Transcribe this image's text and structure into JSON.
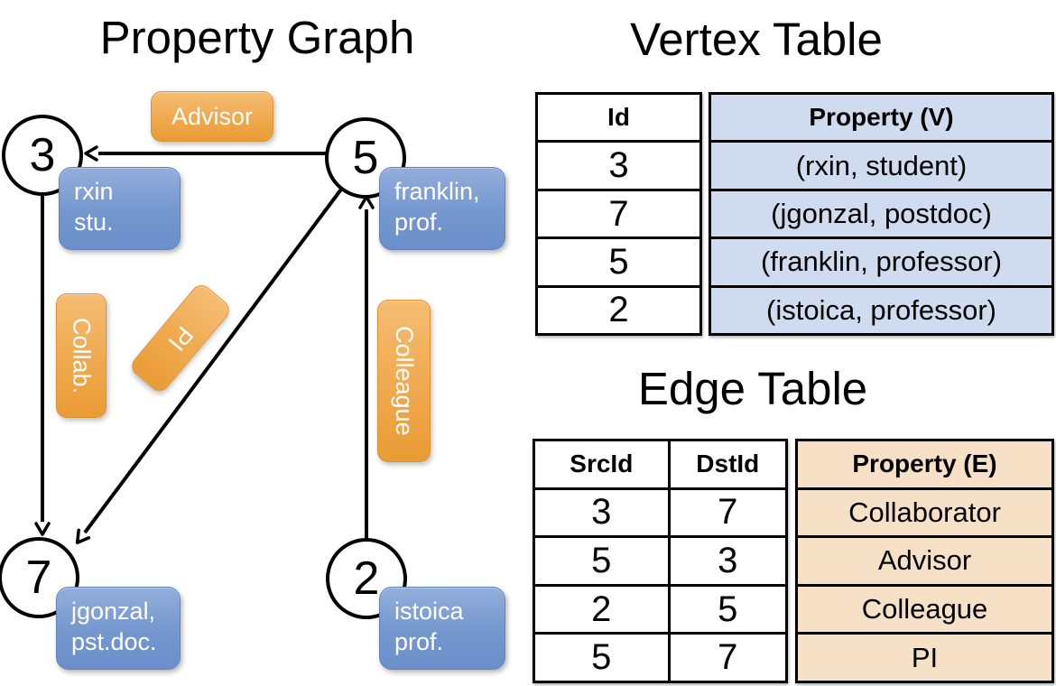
{
  "graph": {
    "title": "Property Graph",
    "vertices": [
      {
        "id": "3",
        "property_lines": [
          "rxin",
          "stu."
        ]
      },
      {
        "id": "5",
        "property_lines": [
          "franklin,",
          "prof."
        ]
      },
      {
        "id": "7",
        "property_lines": [
          "jgonzal,",
          "pst.doc."
        ]
      },
      {
        "id": "2",
        "property_lines": [
          "istoica",
          "prof."
        ]
      }
    ],
    "edge_labels": {
      "advisor": "Advisor",
      "collab": "Collab.",
      "pi": "PI",
      "colleague": "Colleague"
    }
  },
  "vertex_table": {
    "title": "Vertex Table",
    "columns": {
      "id": "Id",
      "property": "Property (V)"
    },
    "rows": [
      {
        "id": "3",
        "property": "(rxin, student)"
      },
      {
        "id": "7",
        "property": "(jgonzal, postdoc)"
      },
      {
        "id": "5",
        "property": "(franklin, professor)"
      },
      {
        "id": "2",
        "property": "(istoica, professor)"
      }
    ]
  },
  "edge_table": {
    "title": "Edge Table",
    "columns": {
      "src": "SrcId",
      "dst": "DstId",
      "property": "Property (E)"
    },
    "rows": [
      {
        "src": "3",
        "dst": "7",
        "property": "Collaborator"
      },
      {
        "src": "5",
        "dst": "3",
        "property": "Advisor"
      },
      {
        "src": "2",
        "dst": "5",
        "property": "Colleague"
      },
      {
        "src": "5",
        "dst": "7",
        "property": "PI"
      }
    ]
  },
  "colors": {
    "vertex_property_fill": "#cfdcf0",
    "edge_property_fill": "#f7e1c6",
    "graph_vertex_box": "#7497cf",
    "graph_edge_box": "#efa94e",
    "edge_stroke": "#000000"
  }
}
